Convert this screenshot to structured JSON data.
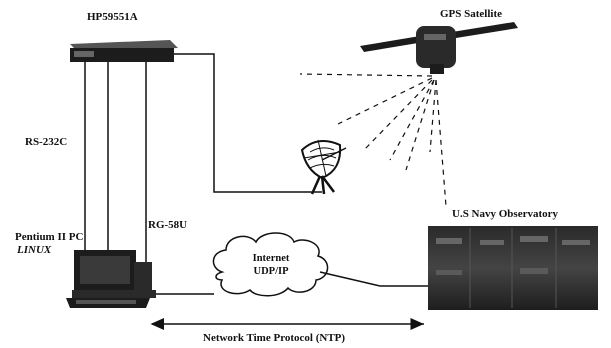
{
  "labels": {
    "receiver": "HP59551A",
    "satellite": "GPS Satellite",
    "serial": "RS-232C",
    "coax": "RG-58U",
    "pc_line1": "Pentium II PC",
    "pc_line2": "LINUX",
    "observatory": "U.S Navy Observatory",
    "cloud_line1": "Internet",
    "cloud_line2": "UDP/IP",
    "protocol": "Network Time Protocol (NTP)"
  },
  "colors": {
    "line": "#111111",
    "equipment_dark": "#1c1c1c",
    "equipment_mid": "#3a3a3a",
    "background": "#ffffff"
  }
}
